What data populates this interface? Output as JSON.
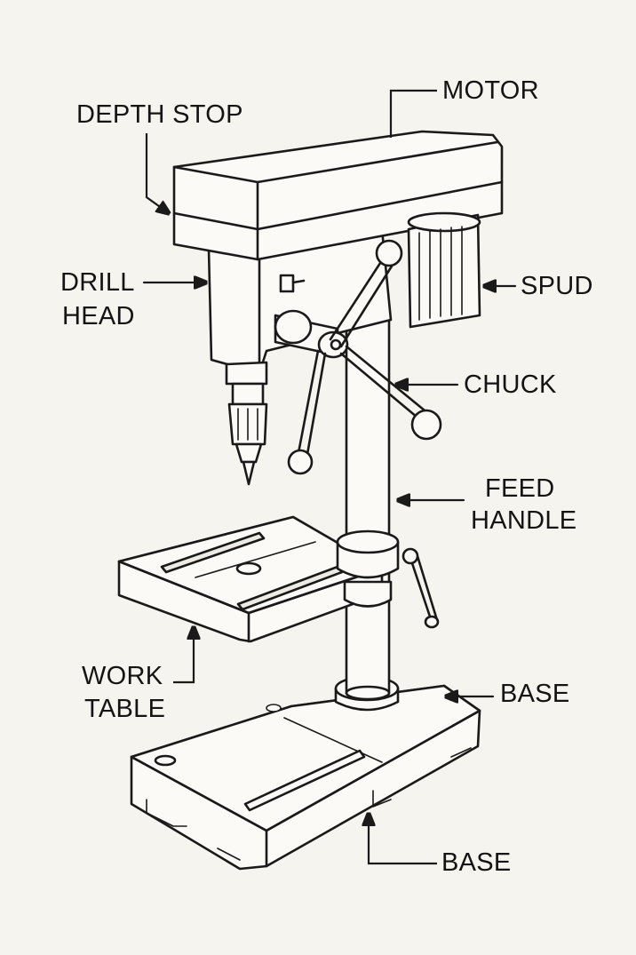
{
  "labels": {
    "motor": "MOTOR",
    "depth_stop": "DEPTH STOP",
    "drill_head_1": "DRILL",
    "drill_head_2": "HEAD",
    "spud": "SPUD",
    "chuck": "CHUCK",
    "feed_handle_1": "FEED",
    "feed_handle_2": "HANDLE",
    "work_table_1": "WORK",
    "work_table_2": "TABLE",
    "base_upper": "BASE",
    "base_lower": "BASE"
  },
  "colors": {
    "ink": "#1a1a1a",
    "paper": "#f6f4ef"
  }
}
